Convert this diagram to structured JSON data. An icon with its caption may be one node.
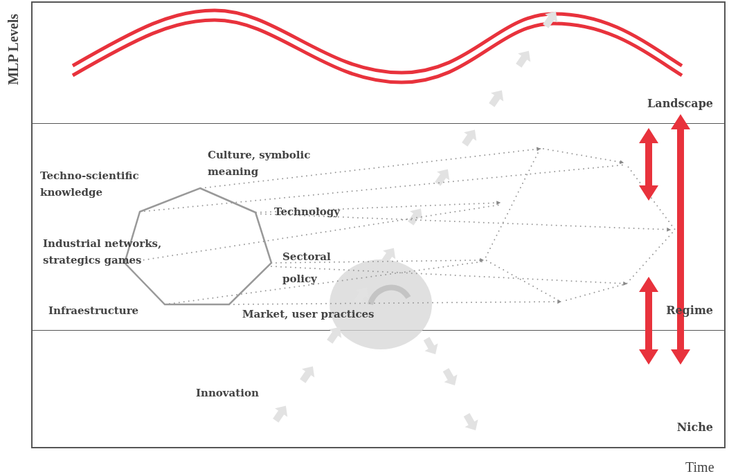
{
  "diagram": {
    "nodes": [
      {
        "text": [
          "Landscape"
        ]
      },
      {
        "text": [
          "Regime"
        ]
      },
      {
        "text": [
          "Niche"
        ]
      },
      {
        "text": [],
        "shape": "heptagon",
        "in": 1
      },
      {
        "text": [],
        "shape": "circle"
      }
    ],
    "labels": [
      "MLP Levels",
      "Culture, symbolic meaning",
      "Techno-scientific knowledge",
      "Technology",
      "Industrial networks, strategics games",
      "Sectoral policy",
      "Infraestructure",
      "Market, user practices",
      "Innovation",
      "Time"
    ]
  }
}
